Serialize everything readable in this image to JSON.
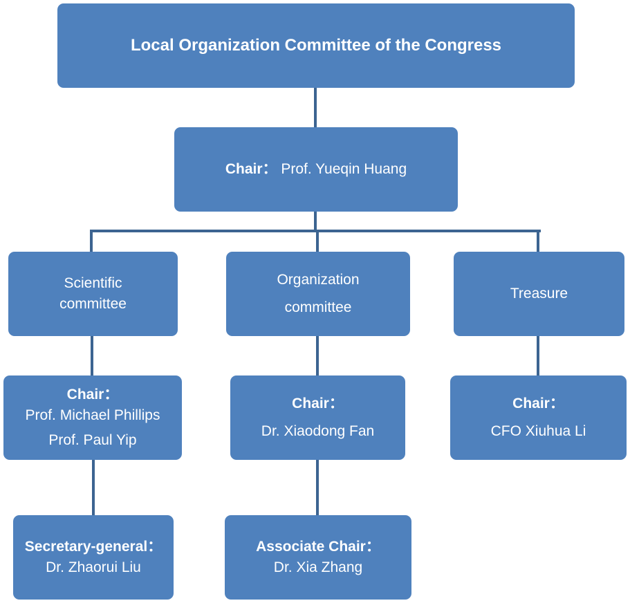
{
  "root": {
    "title": "Local Organization Committee of the Congress"
  },
  "chair": {
    "label": "Chair：",
    "name": " Prof. Yueqin Huang"
  },
  "committees": [
    {
      "lines": [
        "Scientific",
        "committee"
      ]
    },
    {
      "lines": [
        "Organization",
        "committee"
      ]
    },
    {
      "lines": [
        "Treasure"
      ]
    }
  ],
  "committee_chairs": [
    {
      "label": "Chair：",
      "names": [
        "Prof. Michael Phillips",
        "Prof. Paul Yip"
      ]
    },
    {
      "label": "Chair：",
      "names": [
        "Dr. Xiaodong Fan"
      ]
    },
    {
      "label": "Chair：",
      "names": [
        "CFO Xiuhua Li"
      ]
    }
  ],
  "sub_roles": [
    {
      "label": "Secretary-general：",
      "name": "Dr. Zhaorui Liu"
    },
    {
      "label": "Associate Chair：",
      "name": "Dr. Xia Zhang"
    }
  ]
}
